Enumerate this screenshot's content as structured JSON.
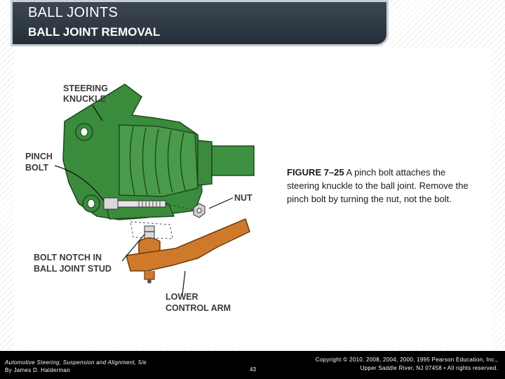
{
  "header": {
    "title": "BALL JOINTS",
    "subtitle": "BALL JOINT REMOVAL"
  },
  "figure": {
    "labels": {
      "steering_knuckle_line1": "STEERING",
      "steering_knuckle_line2": "KNUCKLE",
      "pinch_bolt_line1": "PINCH",
      "pinch_bolt_line2": "BOLT",
      "nut": "NUT",
      "bolt_notch_line1": "BOLT NOTCH IN",
      "bolt_notch_line2": "BALL JOINT STUD",
      "lower_control_arm_line1": "LOWER",
      "lower_control_arm_line2": "CONTROL ARM"
    },
    "caption_number": "FIGURE 7–25",
    "caption_text": " A pinch bolt attaches the steering knuckle to the ball joint. Remove the pinch bolt by turning the nut, not the bolt."
  },
  "footer": {
    "book_title": "Automotive Steering, Suspension and Alignment, 5/e",
    "author": "By James D. Halderman",
    "page_number": "43",
    "copyright_line1": "Copyright © 2010, 2008, 2004, 2000, 1995 Pearson Education, Inc.,",
    "copyright_line2": "Upper Saddle River, NJ 07458 • All rights reserved."
  },
  "colors": {
    "knuckle_green": "#3a8c3c",
    "control_arm_orange": "#cf7a2a",
    "header_dark": "#2f3945",
    "footer_black": "#000000"
  }
}
